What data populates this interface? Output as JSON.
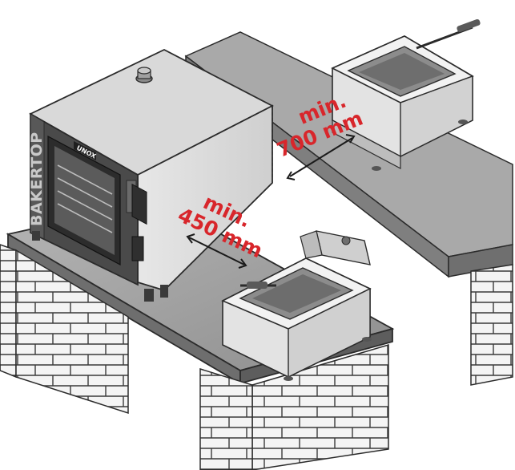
{
  "diagram": {
    "clearance_side": {
      "line1": "min.",
      "line2": "450 mm"
    },
    "clearance_back": {
      "line1": "min.",
      "line2": "700 mm"
    },
    "oven": {
      "brand_vertical": "BAKERTOP",
      "logo": "UNOX"
    }
  },
  "colors": {
    "dimension_text": "#d8262b",
    "outline": "#2b2b2b",
    "counter_grey": "#9b9b9b",
    "oven_body": "#dcdcdc",
    "oven_front": "#3c3c3c"
  }
}
